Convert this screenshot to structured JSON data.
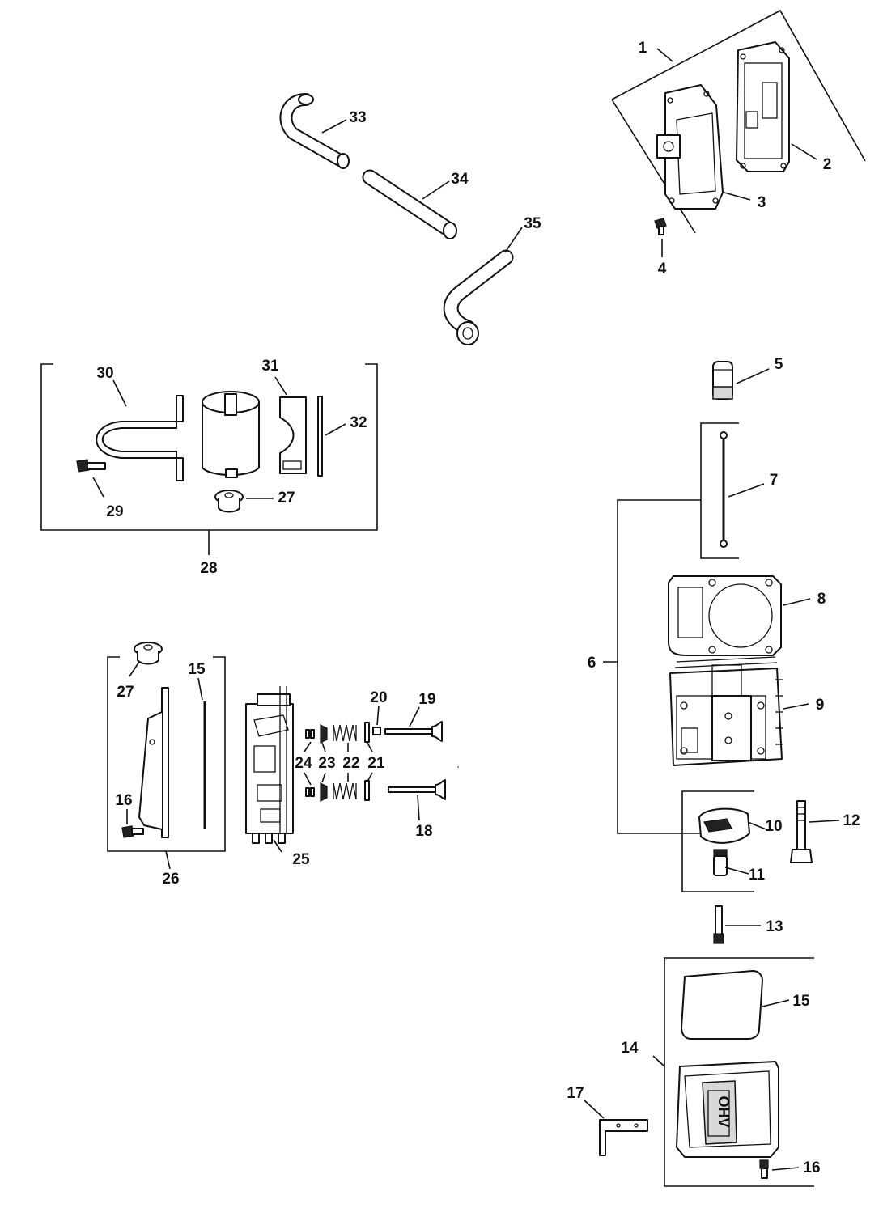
{
  "diagram": {
    "callouts": [
      "1",
      "2",
      "3",
      "4",
      "5",
      "6",
      "7",
      "8",
      "9",
      "10",
      "11",
      "12",
      "13",
      "14",
      "15",
      "15",
      "16",
      "16",
      "17",
      "18",
      "19",
      "20",
      "21",
      "22",
      "23",
      "24",
      "25",
      "26",
      "27",
      "27",
      "28",
      "29",
      "30",
      "31",
      "32",
      "33",
      "34",
      "35"
    ],
    "stamp_text": "OHV"
  }
}
